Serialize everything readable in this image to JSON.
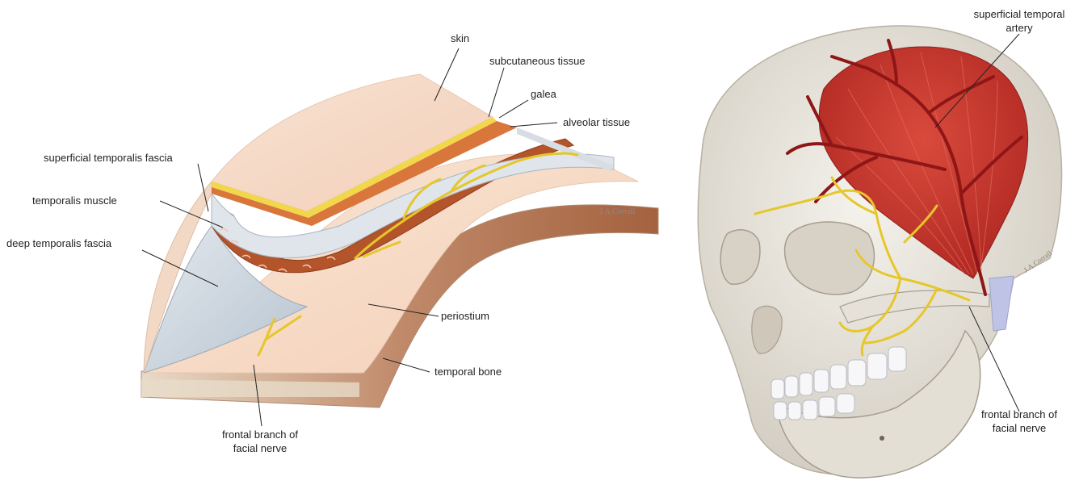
{
  "left_panel": {
    "labels": {
      "skin": "skin",
      "subcutaneous_tissue": "subcutaneous tissue",
      "galea": "galea",
      "alveolar_tissue": "alveolar tissue",
      "superficial_temporalis_fascia": "superficial temporalis fascia",
      "temporalis_muscle": "temporalis muscle",
      "deep_temporalis_fascia": "deep temporalis fascia",
      "periostium": "periostium",
      "temporal_bone": "temporal bone",
      "frontal_branch_line1": "frontal branch of",
      "frontal_branch_line2": "facial nerve"
    }
  },
  "right_panel": {
    "labels": {
      "artery_line1": "superficial temporal",
      "artery_line2": "artery",
      "frontal_branch_line1": "frontal branch of",
      "frontal_branch_line2": "facial nerve"
    }
  },
  "colors": {
    "skin": "#f6dccb",
    "subcutaneous": "#f2d74a",
    "galea": "#d9763c",
    "fascia": "#cfd8e0",
    "muscle": "#b3542a",
    "bone": "#c08a6a",
    "nerve": "#e6c72a",
    "artery": "#9b1a1a",
    "temporalis": "#c8322c",
    "skull": "#e8e4dc"
  }
}
